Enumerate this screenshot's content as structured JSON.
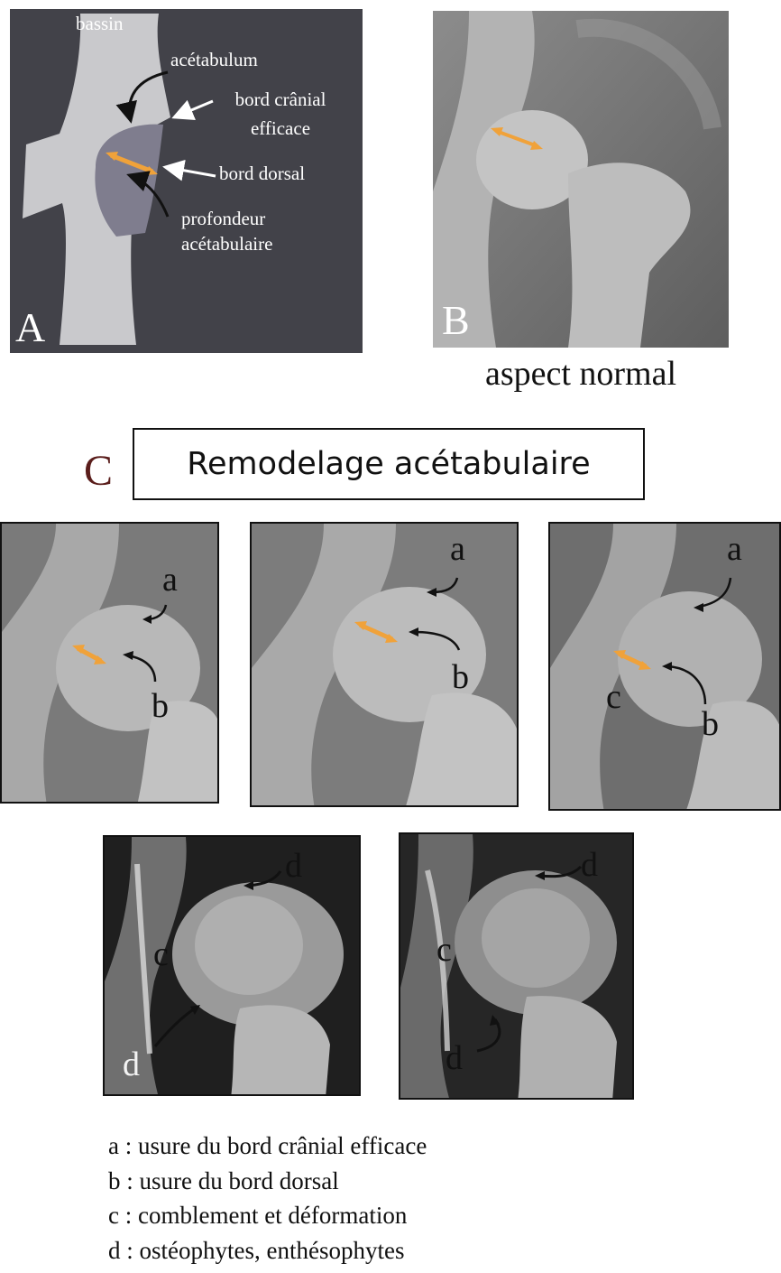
{
  "panel_a": {
    "letter": "A",
    "labels": {
      "bassin": "bassin",
      "acetabulum": "acétabulum",
      "bord_cranial_line1": "bord crânial",
      "bord_cranial_line2": "efficace",
      "bord_dorsal": "bord dorsal",
      "profondeur_line1": "profondeur",
      "profondeur_line2": "acétabulaire"
    }
  },
  "panel_b": {
    "letter": "B",
    "caption": "aspect normal"
  },
  "panel_c": {
    "letter": "C",
    "title": "Remodelage acétabulaire",
    "xray_labels": {
      "c1_a": "a",
      "c1_b": "b",
      "c2_a": "a",
      "c2_b": "b",
      "c3_a": "a",
      "c3_b": "b",
      "c3_c": "c",
      "c4_d_top": "d",
      "c4_c": "c",
      "c4_d_bottom": "d",
      "c5_d_top": "d",
      "c5_c": "c",
      "c5_d_bottom": "d"
    }
  },
  "legend": [
    "a : usure du bord crânial efficace",
    "b : usure du bord dorsal",
    "c : comblement et déformation",
    "d : ostéophytes, enthésophytes"
  ],
  "colors": {
    "panel_a_background": "#424249",
    "bone": "#c9c9cc",
    "acetabulum_fill": "#7f7d8e",
    "arrow_orange": "#f0a23a",
    "title_letter": "#5a1d1b"
  }
}
